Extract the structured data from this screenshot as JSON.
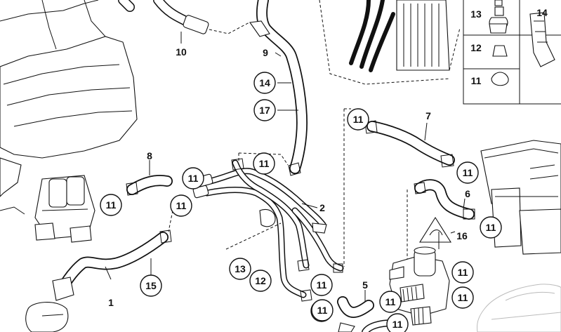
{
  "diagram": {
    "callouts": [
      {
        "id": "c-10",
        "label": "10",
        "circled": false
      },
      {
        "id": "c-9",
        "label": "9",
        "circled": false
      },
      {
        "id": "c-14a",
        "label": "14",
        "circled": true
      },
      {
        "id": "c-17",
        "label": "17",
        "circled": true
      },
      {
        "id": "c-8",
        "label": "8",
        "circled": false
      },
      {
        "id": "c-11-a",
        "label": "11",
        "circled": true
      },
      {
        "id": "c-11-b",
        "label": "11",
        "circled": true
      },
      {
        "id": "c-11-c",
        "label": "11",
        "circled": true
      },
      {
        "id": "c-11-d",
        "label": "11",
        "circled": true
      },
      {
        "id": "c-2",
        "label": "2",
        "circled": false
      },
      {
        "id": "c-15",
        "label": "15",
        "circled": true
      },
      {
        "id": "c-1",
        "label": "1",
        "circled": false
      },
      {
        "id": "c-13",
        "label": "13",
        "circled": true
      },
      {
        "id": "c-12",
        "label": "12",
        "circled": true
      },
      {
        "id": "c-11-e",
        "label": "11",
        "circled": true
      },
      {
        "id": "c-11-f",
        "label": "11",
        "circled": true
      },
      {
        "id": "c-5",
        "label": "5",
        "circled": false
      },
      {
        "id": "c-11-g",
        "label": "11",
        "circled": true
      },
      {
        "id": "c-11-h",
        "label": "11",
        "circled": true
      },
      {
        "id": "c-11-i",
        "label": "11",
        "circled": true
      },
      {
        "id": "c-7",
        "label": "7",
        "circled": false
      },
      {
        "id": "c-11-j",
        "label": "11",
        "circled": true
      },
      {
        "id": "c-11-k",
        "label": "11",
        "circled": true
      },
      {
        "id": "c-6",
        "label": "6",
        "circled": false
      },
      {
        "id": "c-11-l",
        "label": "11",
        "circled": true
      },
      {
        "id": "c-16",
        "label": "16",
        "circled": false
      },
      {
        "id": "c-11-m",
        "label": "11",
        "circled": true
      },
      {
        "id": "c-11-n",
        "label": "11",
        "circled": true
      }
    ],
    "legend": [
      {
        "label": "13"
      },
      {
        "label": "14"
      },
      {
        "label": "12"
      },
      {
        "label": "11"
      }
    ]
  }
}
